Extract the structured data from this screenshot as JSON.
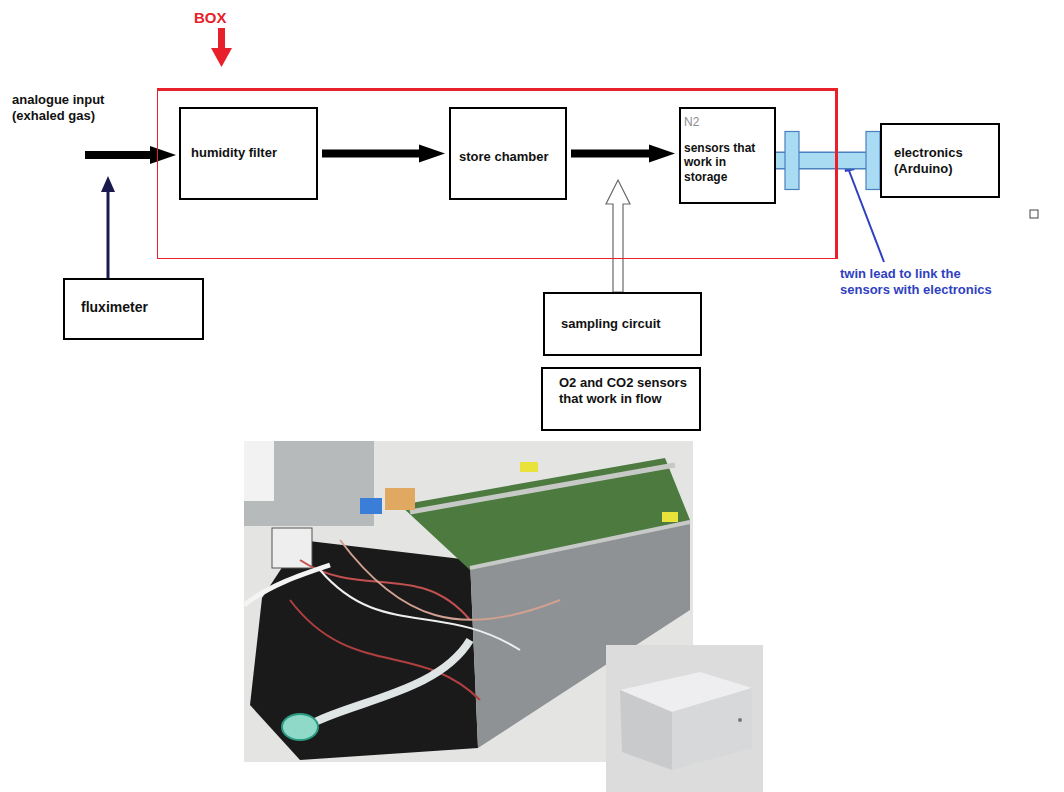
{
  "diagram": {
    "nodes": [
      {
        "text": [
          "BOX"
        ]
      },
      {
        "text": [
          "humidity filter"
        ],
        "in": 0
      },
      {
        "text": [
          "store chamber"
        ],
        "in": 0
      },
      {
        "text": [
          "N2",
          "sensors that work in storage"
        ],
        "in": 0
      },
      {
        "text": [
          "electronics (Arduino)"
        ]
      },
      {
        "text": [
          "fluximeter"
        ]
      },
      {
        "text": [
          "sampling circuit"
        ]
      },
      {
        "text": [
          "O2 and CO2 sensors that work in flow"
        ]
      }
    ],
    "edges": [
      {
        "from": 1,
        "to": 2,
        "arrow": "to"
      },
      {
        "from": 2,
        "to": 3,
        "arrow": "to"
      },
      {
        "from": 3,
        "to": 4,
        "arrow": "none"
      }
    ],
    "labels": [
      "analogue input (exhaled gas)",
      "twin lead to link the sensors with electronics"
    ]
  }
}
